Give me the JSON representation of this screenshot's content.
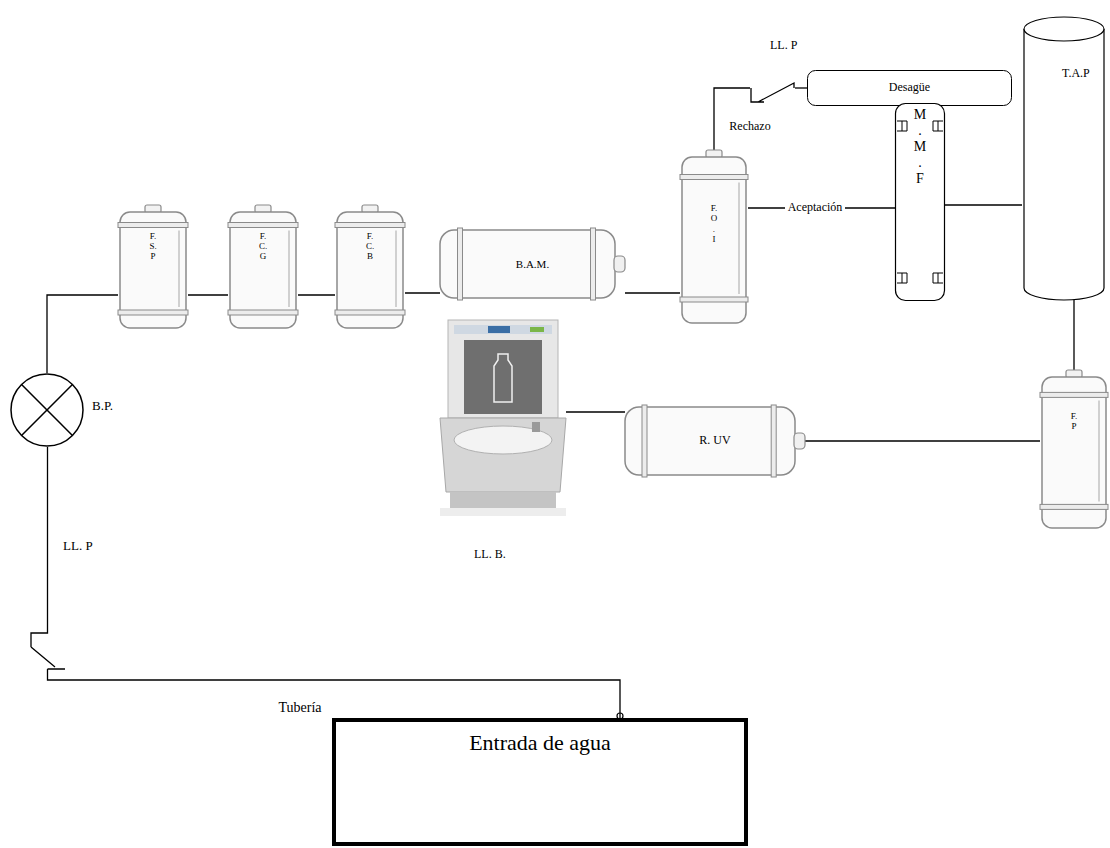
{
  "diagram": {
    "nodes": [
      {
        "text": [
          "Entrada de agua"
        ]
      },
      {
        "text": [
          "LL. P"
        ]
      },
      {
        "text": [
          "B.P."
        ]
      },
      {
        "text": [
          "F. S. P"
        ]
      },
      {
        "text": [
          "F. C. G"
        ]
      },
      {
        "text": [
          "F. C. B"
        ]
      },
      {
        "text": [
          "B.A.M."
        ]
      },
      {
        "text": [
          "F. O . I"
        ]
      },
      {
        "text": [
          "LL. P"
        ]
      },
      {
        "text": [
          "Desagüe"
        ]
      },
      {
        "text": [
          "M . M . F"
        ]
      },
      {
        "text": [
          "T.A.P"
        ]
      },
      {
        "text": [
          "F. P"
        ]
      },
      {
        "text": [
          "R. UV"
        ]
      },
      {
        "text": [
          "LL. B."
        ]
      }
    ],
    "edges": [
      {
        "from": 0,
        "to": 1,
        "arrow": "none",
        "label": "Tubería"
      },
      {
        "from": 1,
        "to": 2,
        "arrow": "none"
      },
      {
        "from": 2,
        "to": 3,
        "arrow": "none"
      },
      {
        "from": 3,
        "to": 4,
        "arrow": "none"
      },
      {
        "from": 4,
        "to": 5,
        "arrow": "none"
      },
      {
        "from": 5,
        "to": 6,
        "arrow": "none"
      },
      {
        "from": 6,
        "to": 7,
        "arrow": "none"
      },
      {
        "from": 7,
        "to": 8,
        "arrow": "none",
        "label": "Rechazo"
      },
      {
        "from": 8,
        "to": 9,
        "arrow": "none"
      },
      {
        "from": 7,
        "to": 10,
        "arrow": "none",
        "label": "Aceptación"
      },
      {
        "from": 10,
        "to": 11,
        "arrow": "none"
      },
      {
        "from": 11,
        "to": 12,
        "arrow": "none"
      },
      {
        "from": 12,
        "to": 13,
        "arrow": "none"
      },
      {
        "from": 13,
        "to": 14,
        "arrow": "none"
      }
    ]
  }
}
